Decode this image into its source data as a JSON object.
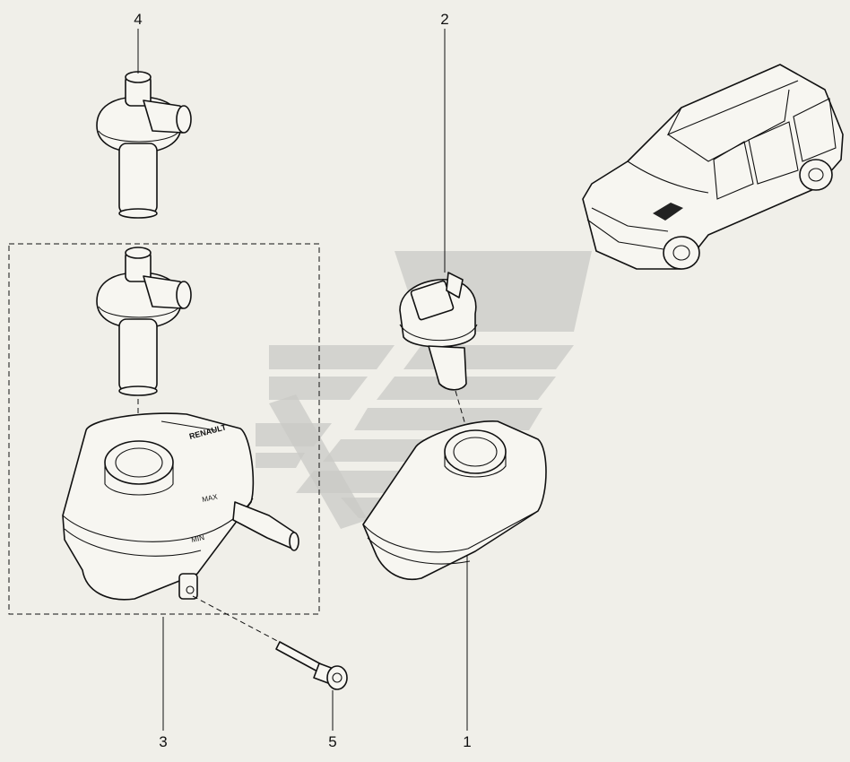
{
  "diagram": {
    "callouts": [
      {
        "id": "1",
        "label": "1"
      },
      {
        "id": "2",
        "label": "2"
      },
      {
        "id": "3",
        "label": "3"
      },
      {
        "id": "4",
        "label": "4"
      },
      {
        "id": "5",
        "label": "5"
      }
    ],
    "tank_markings": {
      "brand": "RENAULT",
      "max": "MAX",
      "min": "MIN"
    },
    "colors": {
      "background": "#f0efe9",
      "line": "#111111",
      "watermark": "#c9cac6",
      "highlight": "#222222"
    }
  }
}
